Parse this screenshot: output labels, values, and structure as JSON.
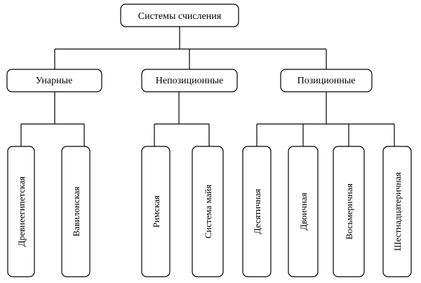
{
  "root": {
    "label": "Системы счисления"
  },
  "categories": [
    {
      "key": "unary",
      "label": "Унарные",
      "children": [
        "Древнеегипетская",
        "Вавилонская"
      ]
    },
    {
      "key": "nonpositional",
      "label": "Непозиционные",
      "children": [
        "Римская",
        "Система майя"
      ]
    },
    {
      "key": "positional",
      "label": "Позиционные",
      "children": [
        "Десятичная",
        "Двоичная",
        "Восьмеричная",
        "Шестнадцатеричная"
      ]
    }
  ]
}
